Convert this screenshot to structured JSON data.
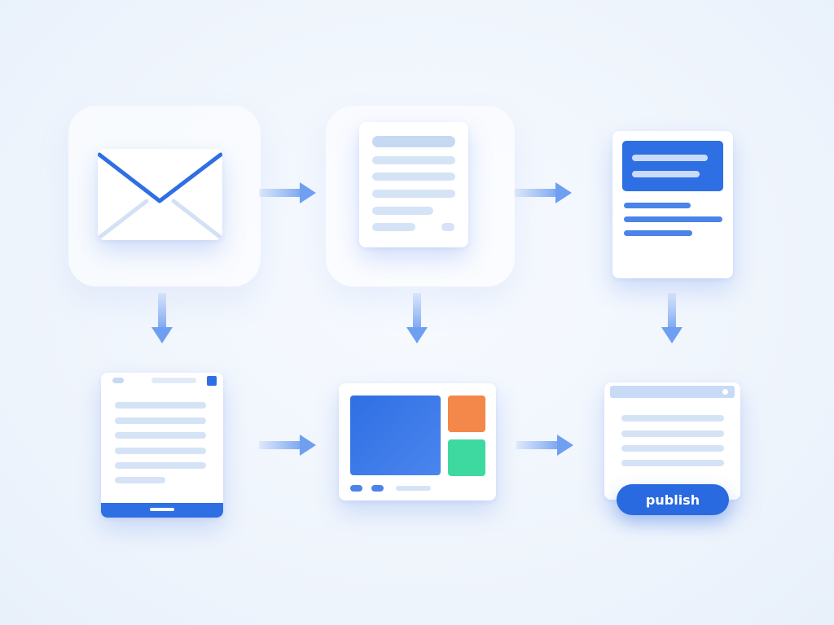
{
  "colors": {
    "background": "#f1f6fd",
    "accent_blue": "#2f6fe4",
    "light_line": "#d5e3f6",
    "orange_tile": "#f4874a",
    "green_tile": "#3ed9a0",
    "arrow_blue": "#6f9ff0"
  },
  "nodes": [
    {
      "id": "email",
      "icon": "envelope-icon"
    },
    {
      "id": "document",
      "icon": "document-icon"
    },
    {
      "id": "formatted-document",
      "icon": "formatted-document-icon"
    },
    {
      "id": "mobile-editor",
      "icon": "mobile-editor-icon"
    },
    {
      "id": "media-layout",
      "icon": "media-layout-icon"
    },
    {
      "id": "browser-preview",
      "icon": "browser-window-icon"
    }
  ],
  "actions": {
    "publish_label": "publish"
  }
}
